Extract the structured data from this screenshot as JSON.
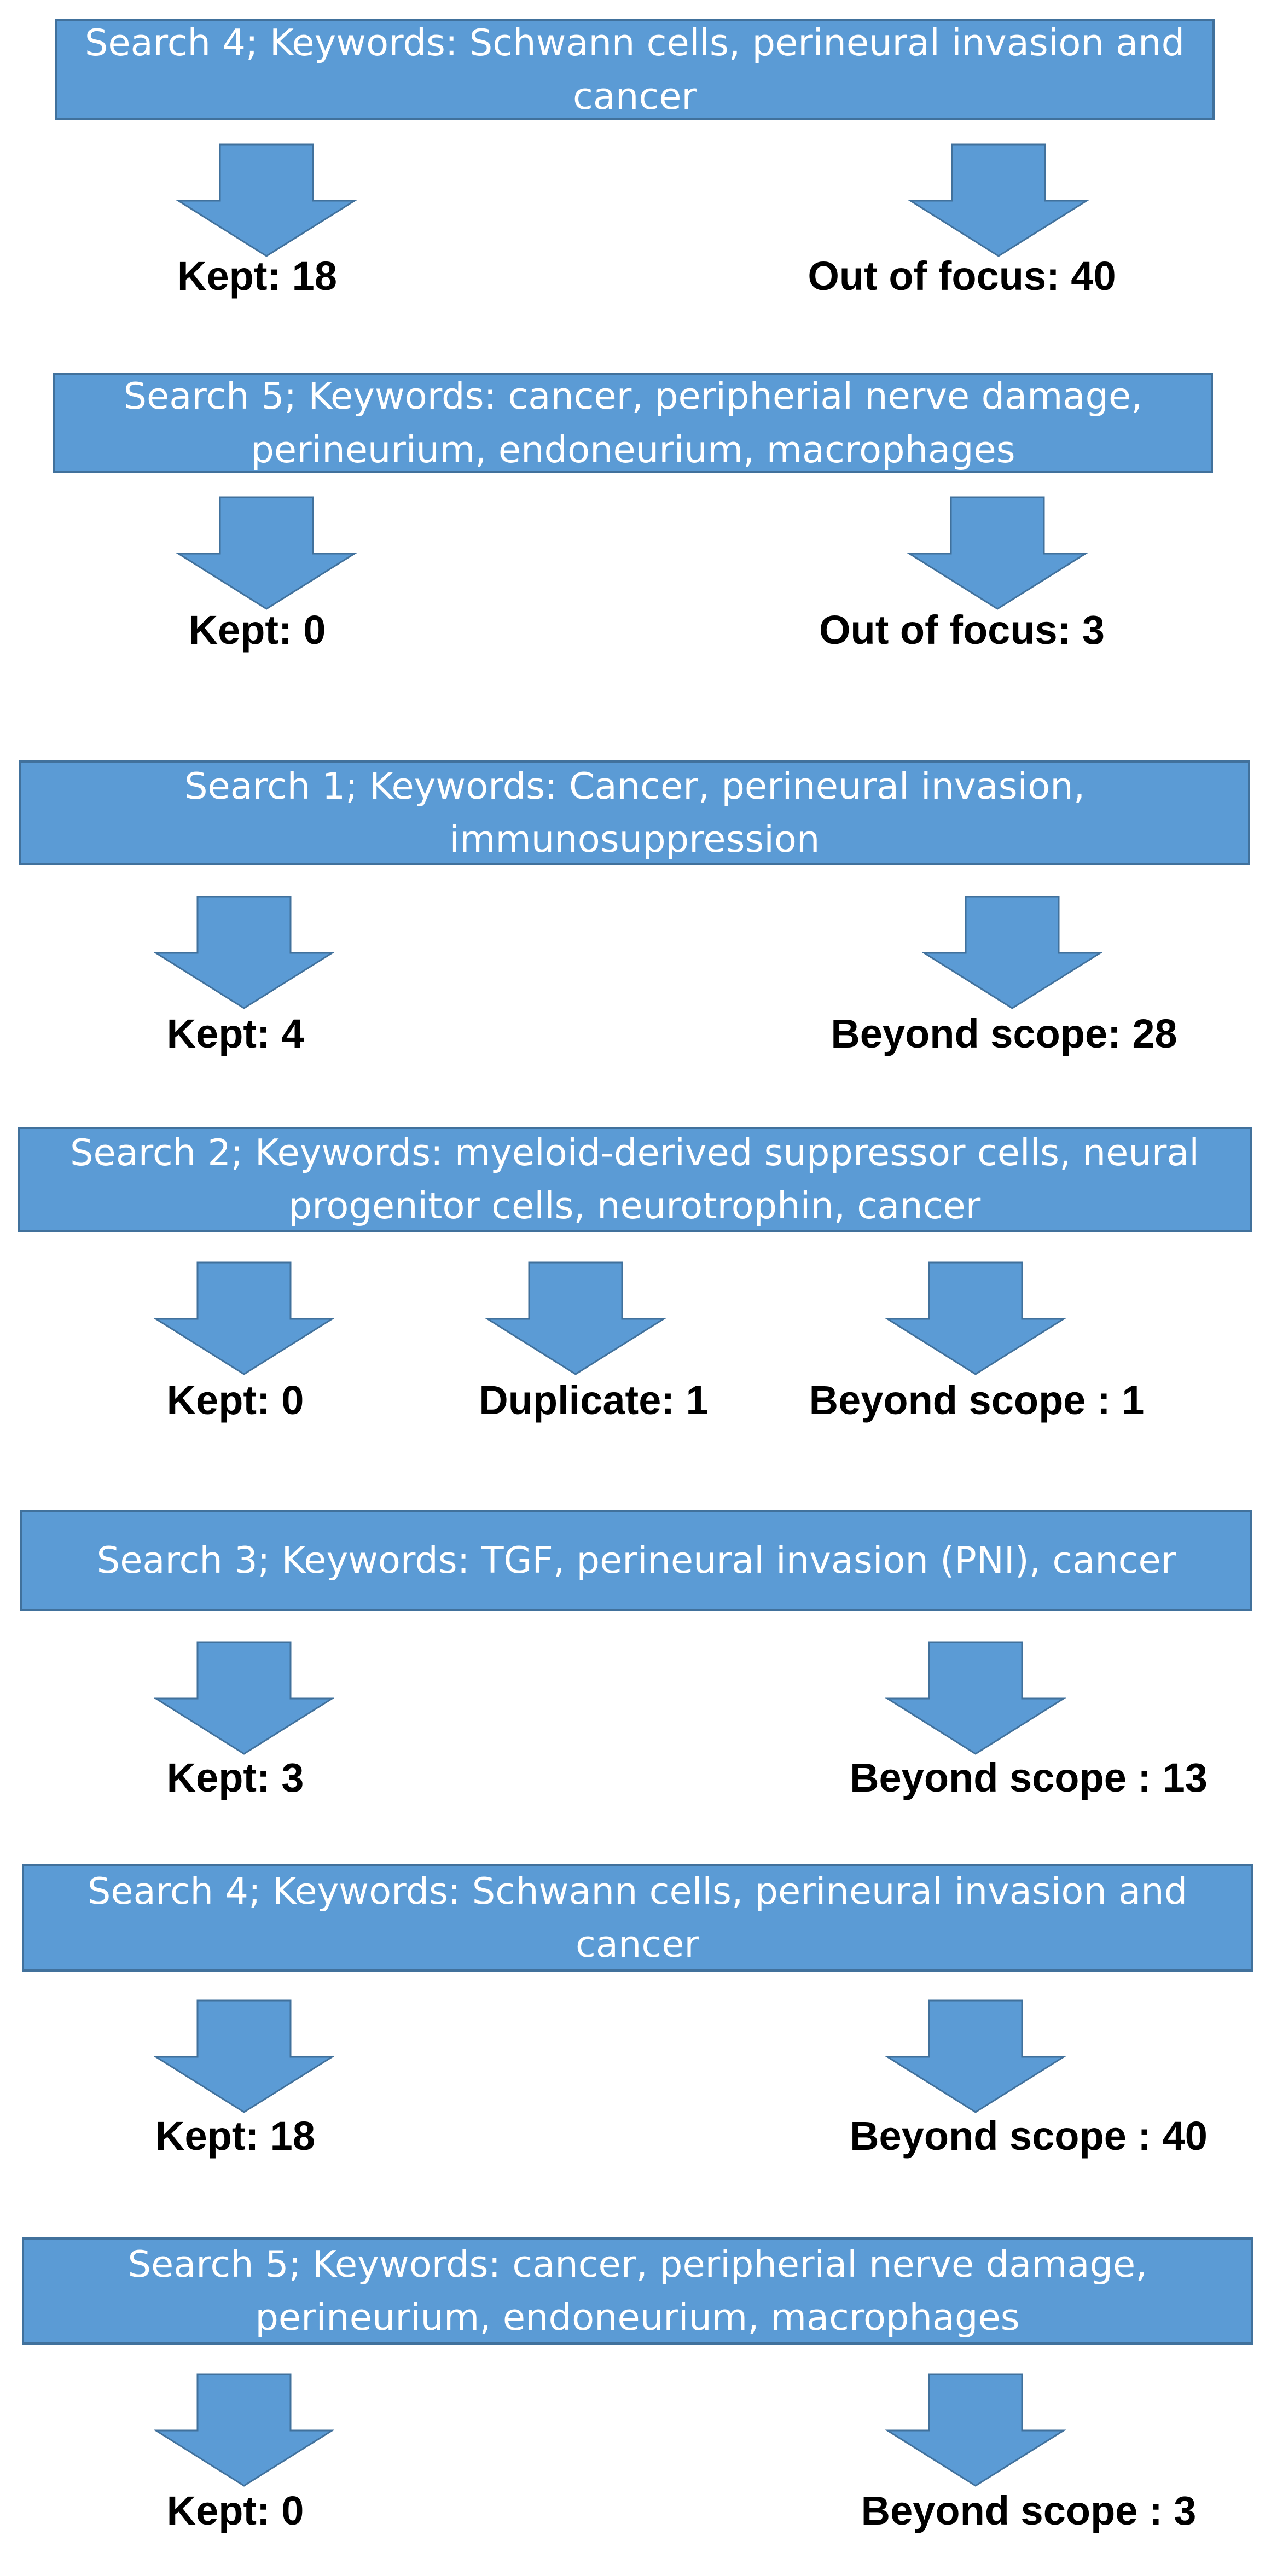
{
  "searches": [
    {
      "title": "Search 4; Keywords: Schwann cells, perineural invasion and cancer",
      "outcomes": [
        {
          "label": "Kept: 18"
        },
        {
          "label": "Out of focus: 40"
        }
      ]
    },
    {
      "title": "Search 5; Keywords: cancer, peripherial nerve damage, perineurium, endoneurium, macrophages",
      "outcomes": [
        {
          "label": "Kept: 0"
        },
        {
          "label": "Out of focus: 3"
        }
      ]
    },
    {
      "title": "Search 1; Keywords: Cancer, perineural invasion, immunosuppression",
      "outcomes": [
        {
          "label": "Kept: 4"
        },
        {
          "label": "Beyond scope: 28"
        }
      ]
    },
    {
      "title": "Search 2; Keywords: myeloid-derived suppressor cells, neural progenitor cells, neurotrophin, cancer",
      "outcomes": [
        {
          "label": "Kept: 0"
        },
        {
          "label": "Duplicate: 1"
        },
        {
          "label": "Beyond scope : 1"
        }
      ]
    },
    {
      "title": "Search 3; Keywords: TGF, perineural invasion (PNI), cancer",
      "outcomes": [
        {
          "label": "Kept: 3"
        },
        {
          "label": "Beyond scope : 13"
        }
      ]
    },
    {
      "title": "Search 4; Keywords: Schwann cells, perineural invasion and cancer",
      "outcomes": [
        {
          "label": "Kept: 18"
        },
        {
          "label": "Beyond scope : 40"
        }
      ]
    },
    {
      "title": "Search 5; Keywords: cancer, peripherial nerve damage, perineurium, endoneurium, macrophages",
      "outcomes": [
        {
          "label": "Kept: 0"
        },
        {
          "label": "Beyond scope : 3"
        }
      ]
    }
  ],
  "colors": {
    "box_fill": "#5b9bd5",
    "box_border": "#41719c",
    "box_text": "#ffffff",
    "label_text": "#000000"
  }
}
